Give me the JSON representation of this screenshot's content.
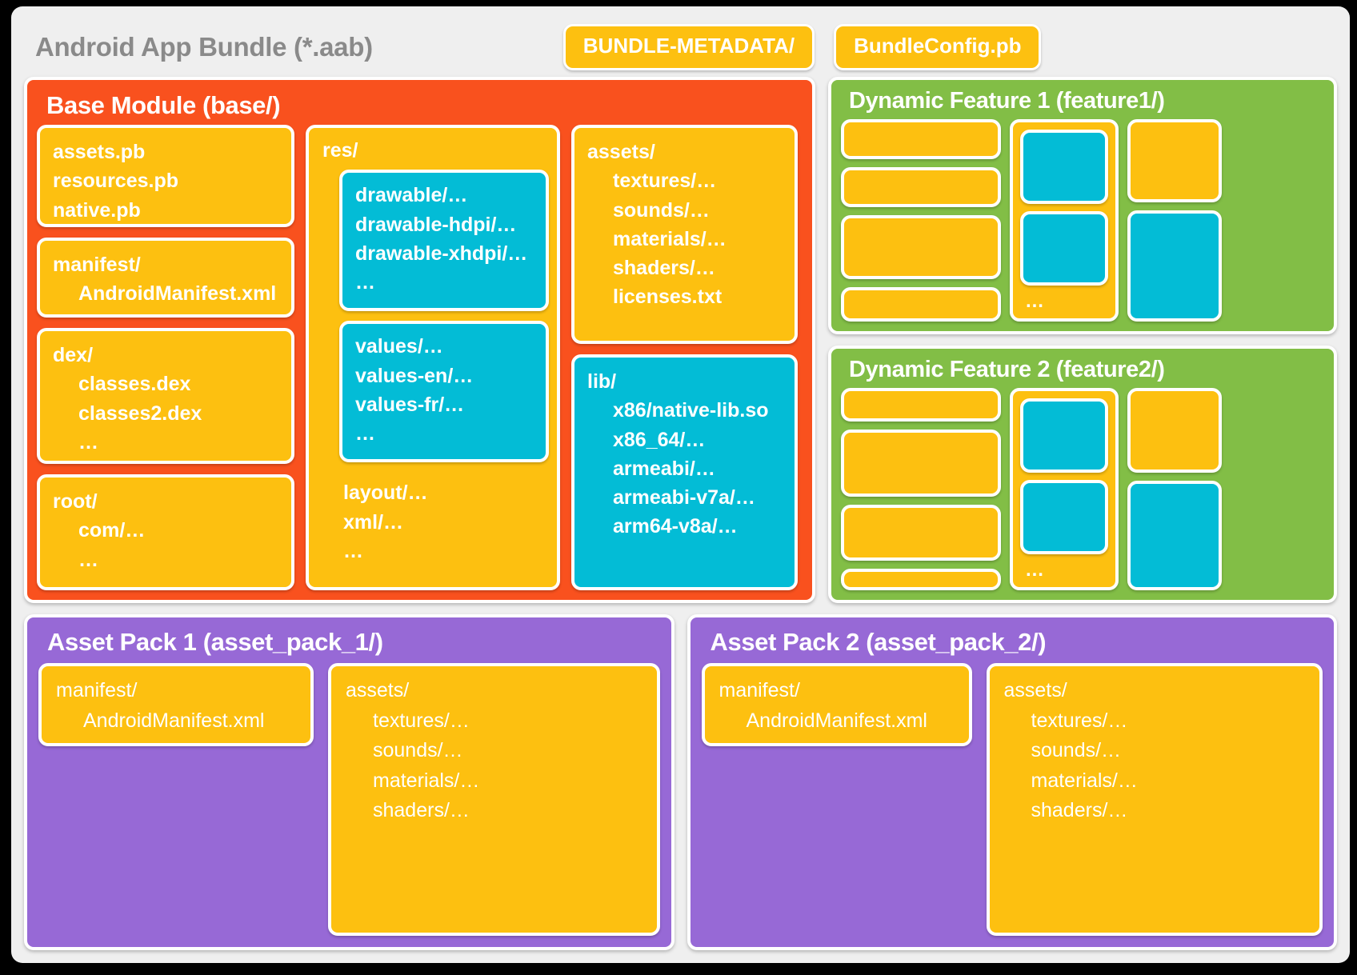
{
  "bundle": {
    "title": "Android App Bundle (*.aab)",
    "badges": [
      {
        "label": "BUNDLE-METADATA/"
      },
      {
        "label": "BundleConfig.pb"
      }
    ]
  },
  "base_module": {
    "title": "Base Module (base/)",
    "cards": {
      "protos": {
        "lines": [
          "assets.pb",
          "resources.pb",
          "native.pb"
        ]
      },
      "manifest": {
        "line1": "manifest/",
        "line2": "AndroidManifest.xml"
      },
      "dex": {
        "line1": "dex/",
        "line2": "classes.dex",
        "line3": "classes2.dex",
        "line4": "…"
      },
      "root": {
        "line1": "root/",
        "line2": "com/…",
        "line3": "…"
      },
      "res": {
        "header": "res/",
        "drawables": {
          "line1": "drawable/…",
          "line2": "drawable-hdpi/…",
          "line3": "drawable-xhdpi/…",
          "line4": "…"
        },
        "values": {
          "line1": "values/…",
          "line2": "values-en/…",
          "line3": "values-fr/…",
          "line4": "…"
        },
        "tail": {
          "line1": "layout/…",
          "line2": "xml/…",
          "line3": "…"
        }
      },
      "assets": {
        "header": "assets/",
        "line1": "textures/…",
        "line2": "sounds/…",
        "line3": "materials/…",
        "line4": "shaders/…",
        "line5": "licenses.txt"
      },
      "lib": {
        "header": "lib/",
        "line1": "x86/native-lib.so",
        "line2": "x86_64/…",
        "line3": "armeabi/…",
        "line4": "armeabi-v7a/…",
        "line5": "arm64-v8a/…"
      }
    }
  },
  "features": [
    {
      "title": "Dynamic Feature 1 (feature1/)",
      "group_ellipsis": "…"
    },
    {
      "title": "Dynamic Feature 2 (feature2/)",
      "group_ellipsis": "…"
    }
  ],
  "asset_packs": [
    {
      "title": "Asset Pack 1 (asset_pack_1/)",
      "manifest": {
        "line1": "manifest/",
        "line2": "AndroidManifest.xml"
      },
      "assets": {
        "header": "assets/",
        "line1": "textures/…",
        "line2": "sounds/…",
        "line3": "materials/…",
        "line4": "shaders/…"
      }
    },
    {
      "title": "Asset Pack 2 (asset_pack_2/)",
      "manifest": {
        "line1": "manifest/",
        "line2": "AndroidManifest.xml"
      },
      "assets": {
        "header": "assets/",
        "line1": "textures/…",
        "line2": "sounds/…",
        "line3": "materials/…",
        "line4": "shaders/…"
      }
    }
  ],
  "colors": {
    "canvas": "#000000",
    "panel": "#EFEFEF",
    "base_module": "#F9511E",
    "feature": "#82BE46",
    "asset_pack": "#9769D6",
    "card_amber": "#FDC010",
    "card_cyan": "#03BCD6",
    "title_gray": "#8A8A8A",
    "card_text": "#FFFFFF"
  }
}
